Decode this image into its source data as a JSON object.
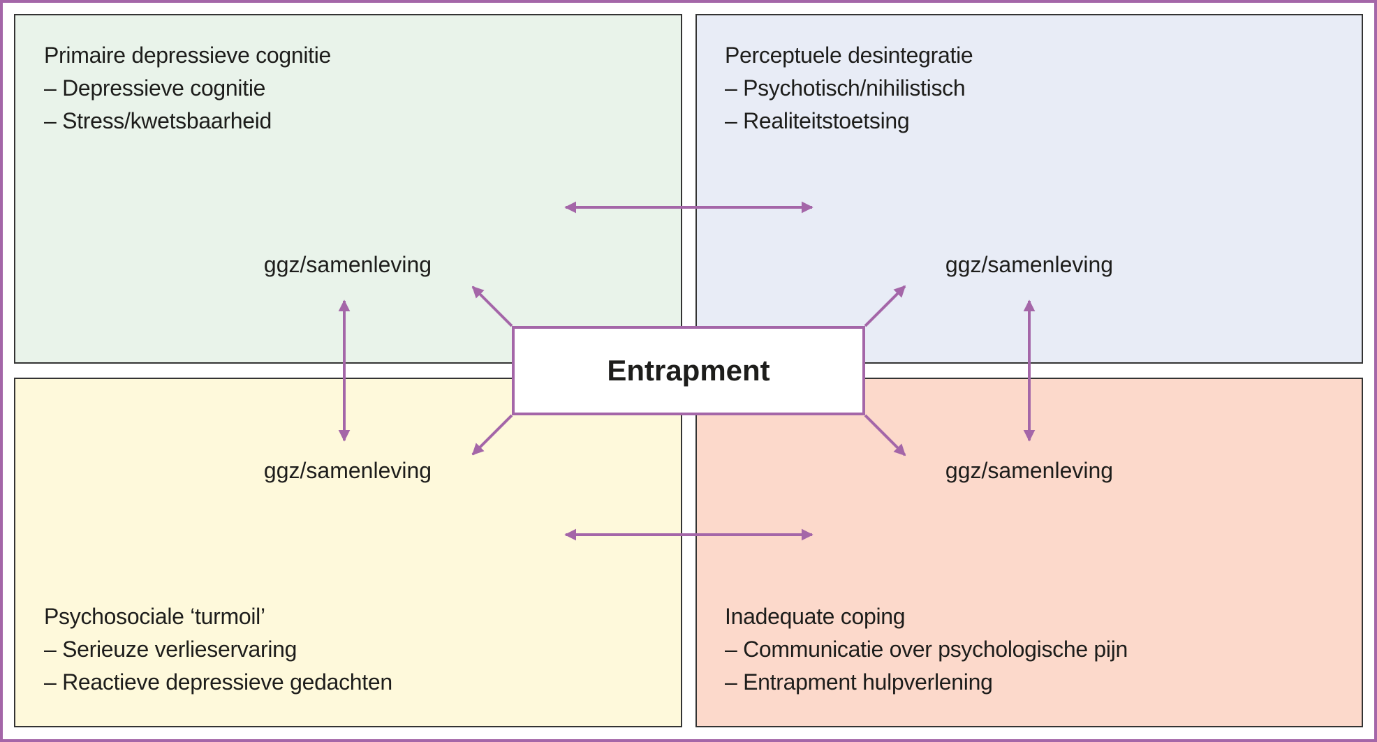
{
  "diagram": {
    "center": {
      "label": "Entrapment"
    },
    "quadrants": [
      {
        "id": "top-left",
        "color": "#e9f3ea",
        "title": "Primaire depressieve cognitie",
        "items": [
          "– Depressieve cognitie",
          "– Stress/kwetsbaarheid"
        ],
        "link_label": "ggz/samenleving"
      },
      {
        "id": "top-right",
        "color": "#e8ecf6",
        "title": "Perceptuele desintegratie",
        "items": [
          "– Psychotisch/nihilistisch",
          "– Realiteitstoetsing"
        ],
        "link_label": "ggz/samenleving"
      },
      {
        "id": "bottom-left",
        "color": "#fef9db",
        "title": "Psychosociale ‘turmoil’",
        "items": [
          "– Serieuze verlieservaring",
          "– Reactieve depressieve gedachten"
        ],
        "link_label": "ggz/samenleving"
      },
      {
        "id": "bottom-right",
        "color": "#fcd9cb",
        "title": "Inadequate coping",
        "items": [
          "– Communicatie over psychologische pijn",
          "– Entrapment hulpverlening"
        ],
        "link_label": "ggz/samenleving"
      }
    ],
    "connections": [
      {
        "from": "top-left",
        "to": "top-right",
        "type": "bidirectional"
      },
      {
        "from": "bottom-left",
        "to": "bottom-right",
        "type": "bidirectional"
      },
      {
        "from": "top-left",
        "to": "bottom-left",
        "type": "bidirectional"
      },
      {
        "from": "top-right",
        "to": "bottom-right",
        "type": "bidirectional"
      },
      {
        "from": "center",
        "to": "top-left",
        "type": "directed"
      },
      {
        "from": "center",
        "to": "top-right",
        "type": "directed"
      },
      {
        "from": "center",
        "to": "bottom-left",
        "type": "directed"
      },
      {
        "from": "center",
        "to": "bottom-right",
        "type": "directed"
      }
    ],
    "colors": {
      "accent": "#a466a8",
      "border": "#333333",
      "text": "#1d1d1b"
    }
  }
}
